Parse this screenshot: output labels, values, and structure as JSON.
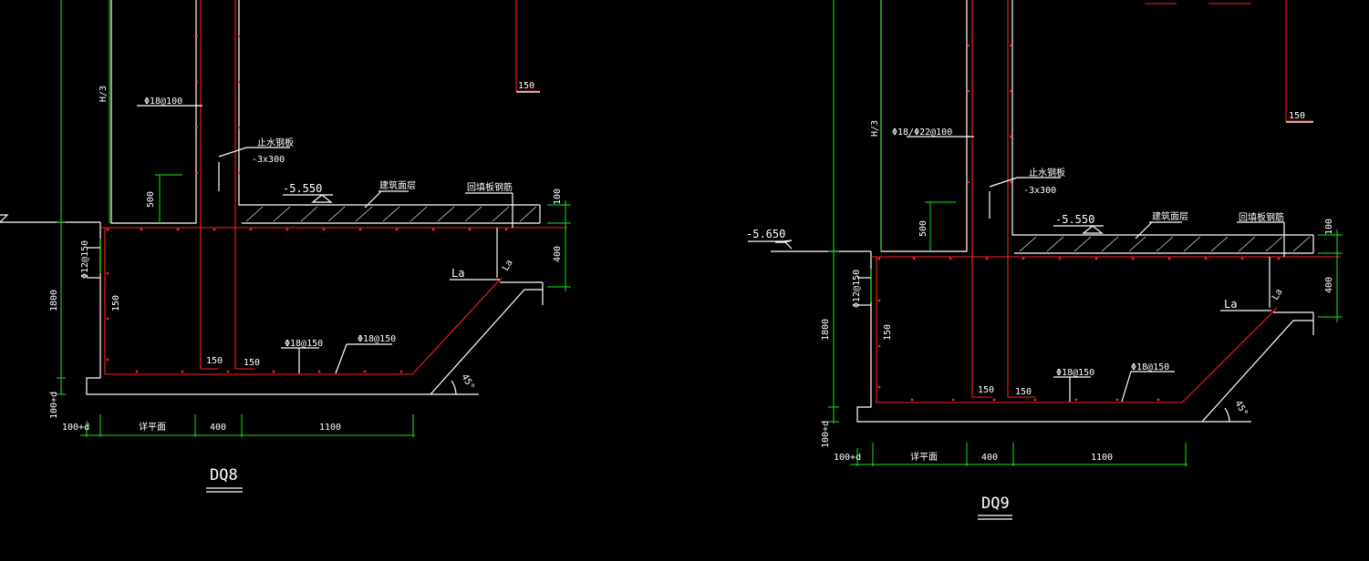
{
  "details": [
    {
      "id": "dq8",
      "title": "DQ8",
      "labels": {
        "h3": "H/3",
        "wall_bar": "Φ18@100",
        "waterstop": "止水钢板",
        "waterstop_size": "-3x300",
        "dim_500": "500",
        "slab_level": "-5.550",
        "floor_layer": "建筑面层",
        "backfill": "回填板钢筋",
        "dim_100": "100",
        "dim_400": "400",
        "la_left": "La",
        "la_right": "La",
        "base_bar": "Φ12@150",
        "dim_1800": "1800",
        "dim_150_side": "150",
        "dim_150_a": "150",
        "dim_150_b": "150",
        "bot_bar_1": "Φ18@150",
        "bot_bar_2": "Φ18@150",
        "angle": "45°",
        "base_thk": "100+d",
        "edge_dim": "100+d",
        "wall_face": "详平面",
        "wall_width": "400",
        "heel": "1100",
        "top_dim": "150"
      }
    },
    {
      "id": "dq9",
      "title": "DQ9",
      "labels": {
        "h3": "H/3",
        "wall_bar": "Φ18/Φ22@100",
        "waterstop": "止水钢板",
        "waterstop_size": "-3x300",
        "dim_500": "500",
        "slab_level": "-5.550",
        "outside_level": "-5.650",
        "floor_layer": "建筑面层",
        "backfill": "回填板钢筋",
        "dim_100": "100",
        "dim_400": "400",
        "la_left": "La",
        "la_right": "La",
        "base_bar": "Φ12@150",
        "dim_1800": "1800",
        "dim_150_side": "150",
        "dim_150_a": "150",
        "dim_150_b": "150",
        "bot_bar_1": "Φ18@150",
        "bot_bar_2": "Φ18@150",
        "angle": "45°",
        "base_thk": "100+d",
        "edge_dim": "100+d",
        "wall_face": "详平面",
        "wall_width": "400",
        "heel": "1100",
        "top_dim": "150"
      }
    }
  ],
  "colors": {
    "background": "#000000",
    "concrete": "#ffffff",
    "rebar": "#ff2020",
    "dimension": "#19e619"
  }
}
